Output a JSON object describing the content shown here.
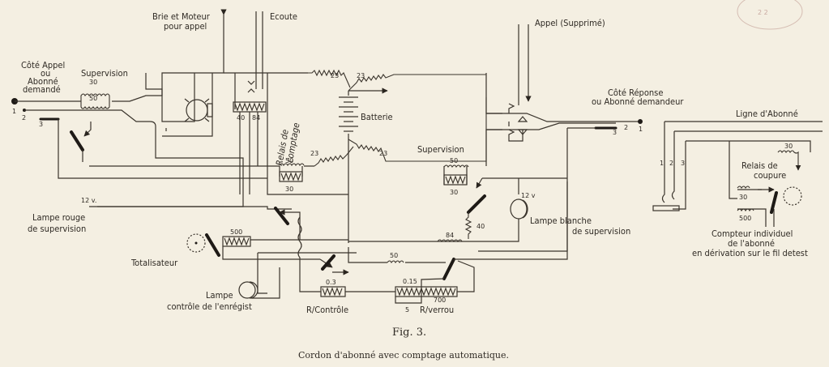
{
  "figure": {
    "number": "Fig. 3.",
    "caption": "Cordon d'abonné avec comptage automatique."
  },
  "labels": {
    "batterie_moteur_l1": "Brie et Moteur",
    "batterie_moteur_l2": "pour appel",
    "ecoute": "Ecoute",
    "appel_supprime": "Appel (Supprimé)",
    "cote_appel_l1": "Côté Appel",
    "cote_appel_l2": "ou",
    "cote_appel_l3": "Abonné",
    "cote_appel_l4": "demandé",
    "supervision_left": "Supervision",
    "relais_comptage_l1": "Relais de",
    "relais_comptage_l2": "comptage",
    "batterie": "Batterie",
    "cote_reponse_l1": "Côté Réponse",
    "cote_reponse_l2": "ou Abonné demandeur",
    "ligne_abonne": "Ligne d'Abonné",
    "supervision_right": "Supervision",
    "lampe_rouge_l1": "Lampe rouge",
    "lampe_rouge_l2": "de supervision",
    "lampe_blanche_l1": "Lampe blanche",
    "lampe_blanche_l2": "de supervision",
    "totalisateur": "Totalisateur",
    "lampe_controle_l1": "Lampe",
    "lampe_controle_l2": "contrôle de l'enrégist",
    "r_controle": "R/Contrôle",
    "r_verrou": "R/verrou",
    "relais_coupure_l1": "Relais de",
    "relais_coupure_l2": "coupure",
    "compteur_l1": "Compteur individuel",
    "compteur_l2": "de l'abonné",
    "compteur_l3": "en dérivation sur le fil detest"
  },
  "values": {
    "sup_left_top": "30",
    "sup_left_bottom": "50",
    "relay_40": "40",
    "relay_84": "84",
    "batt_r1": "23",
    "batt_r2": "23",
    "batt_r3": "23",
    "batt_r4": "23",
    "coil_50_left": "50",
    "coil_30_left": "30",
    "sup_right_50": "50",
    "sup_right_30": "30",
    "lamp_rouge_v": "12 v.",
    "lamp_blanche_v": "12 v",
    "r_40": "40",
    "r_84": "84",
    "r_50": "50",
    "r_500_tot": "500",
    "r_03": "0.3",
    "r_015": "0.15",
    "r_700": "700",
    "r_5": "5",
    "coupure_30": "30",
    "compteur_30": "30",
    "compteur_500": "500"
  },
  "terminals": {
    "left_1": "1",
    "left_2": "2",
    "left_3": "3",
    "right_1": "1",
    "right_2": "2",
    "right_3": "3",
    "line_1": "1",
    "line_2": "2",
    "line_3": "3"
  }
}
